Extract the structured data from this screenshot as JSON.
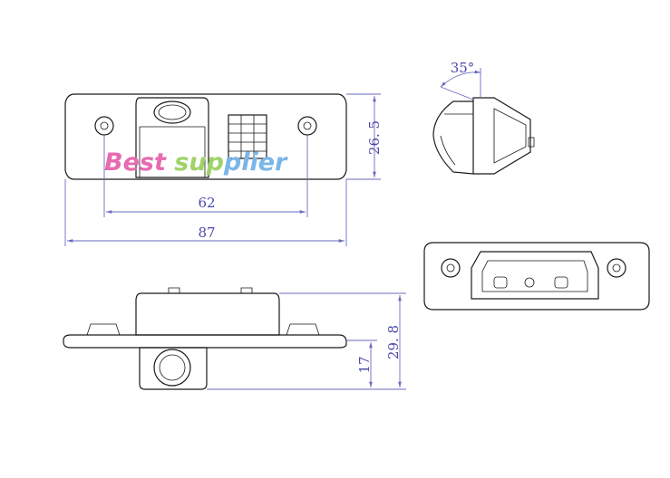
{
  "watermark": {
    "text": "Best supplier",
    "colors": [
      "#e86ab0",
      "#9fd36a",
      "#7ab6e8"
    ]
  },
  "dimensions": {
    "height_front": "26. 5",
    "hole_spacing": "62",
    "total_width": "87",
    "angle": "35°",
    "side_inner": "17",
    "side_total": "29. 8"
  },
  "colors": {
    "dimension": "#4a4aa8",
    "outline": "#1a1a1a"
  }
}
